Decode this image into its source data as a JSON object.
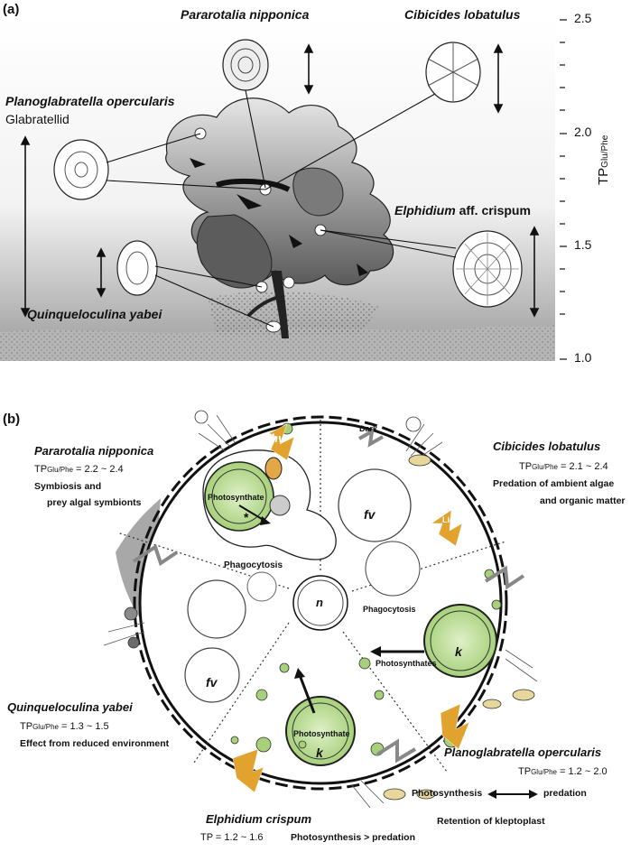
{
  "panel_a": {
    "label": "(a)",
    "species": {
      "pararotalia": "Pararotalia nipponica",
      "cibicides": "Cibicides lobatulus",
      "planoglabratella": "Planoglabratella opercularis",
      "glabratellid": "Glabratellid",
      "elphidium_prefix": "Elphidium",
      "elphidium_suffix": "aff. crispum",
      "quinqueloculina": "Quinqueloculina yabei"
    },
    "axis": {
      "label_main": "TP",
      "label_sub": "Glu/Phe",
      "ticks": [
        "2.5",
        "2.0",
        "1.5",
        "1.0"
      ]
    }
  },
  "panel_b": {
    "label": "(b)",
    "pararotalia": {
      "name": "Pararotalia nipponica",
      "tp_main": "TP",
      "tp_sub": "Glu/Phe",
      "tp_range": " = 2.2 ~ 2.4",
      "line1": "Symbiosis and",
      "line2": "prey algal symbionts"
    },
    "cibicides": {
      "name": "Cibicides lobatulus",
      "tp_main": "TP",
      "tp_sub": "Glu/Phe",
      "tp_range": " = 2.1 ~ 2.4",
      "line1": "Predation of ambient algae",
      "line2": "and organic matter"
    },
    "quinqueloculina": {
      "name": "Quinqueloculina yabei",
      "tp_main": "TP",
      "tp_sub": "Glu/Phe",
      "tp_range": " = 1.3 ~ 1.5",
      "line1": "Effect from reduced environment"
    },
    "planoglabratella": {
      "name": "Planoglabratella opercularis",
      "tp_main": "TP",
      "tp_sub": "Glu/Phe",
      "tp_range": " = 1.2 ~ 2.0",
      "line1_a": "Photosynthesis",
      "line1_b": "predation",
      "line2": "Retention of kleptoplast"
    },
    "elphidium": {
      "name": "Elphidium crispum",
      "tp_range": "TP = 1.2 ~ 1.6",
      "line1": "Photosynthesis > predation"
    },
    "cell": {
      "hv": "hv",
      "dark": "Dark",
      "light": "Light",
      "photosynthate_top": "Photosynthate",
      "asterisk": "*",
      "phagocytosis_top": "Phagocytosis",
      "fv_top": "fv",
      "fv_left": "fv",
      "nucleus": "n",
      "phagocytosis_right": "Phagocytosis",
      "photosynthates_right": "Photosynthates",
      "k_right": "k",
      "photosynthate_bottom": "Photosynthate",
      "k_bottom": "k"
    }
  }
}
